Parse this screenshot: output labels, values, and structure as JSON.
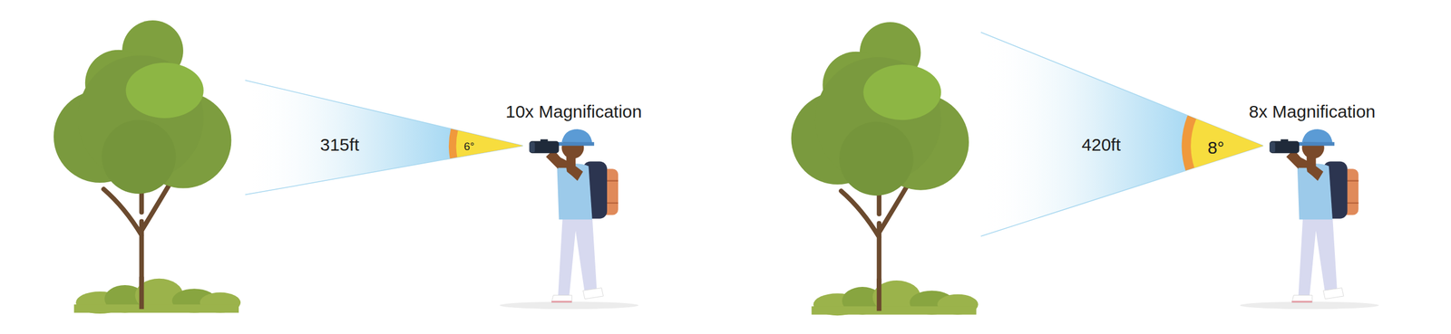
{
  "diagram": {
    "labels": [
      "315ft",
      "6°",
      "10x Magnification",
      "420ft",
      "8°",
      "8x Magnification"
    ]
  }
}
